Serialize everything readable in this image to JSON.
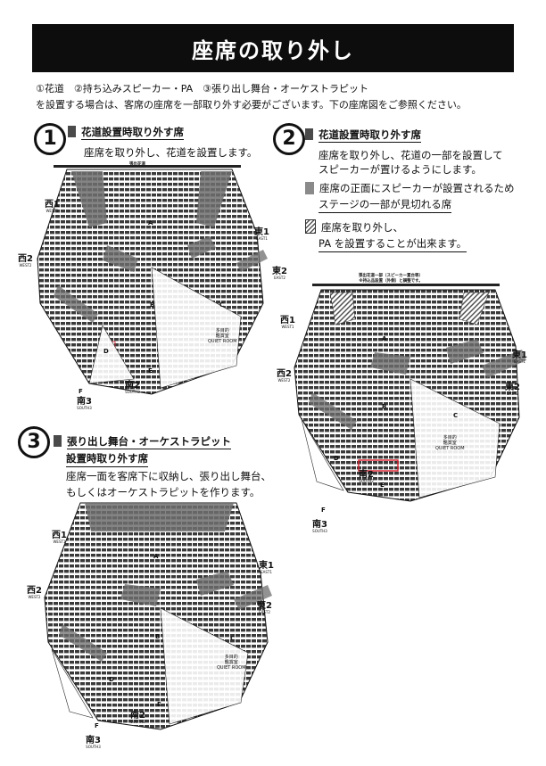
{
  "page": {
    "title": "座席の取り外し",
    "intro_line1": "①花道　②持ち込みスピーカー・PA　③張り出し舞台・オーケストラピット",
    "intro_line2": "を設置する場合は、客席の座席を一部取り外す必要がございます。下の座席図をご参照ください。"
  },
  "section1": {
    "number": "1",
    "heading": "花道設置時取り外す席",
    "text": "座席を取り外し、花道を設置します。",
    "stage_caption": "張出花道"
  },
  "section2": {
    "number": "2",
    "heading": "花道設置時取り外す席",
    "text_line1": "座席を取り外し、花道の一部を設置して",
    "text_line2": "スピーカーが置けるようにします。",
    "legend_grey_line1": "座席の正面にスピーカーが設置されるため",
    "legend_grey_line2": "ステージの一部が見切れる席",
    "legend_stripe_line1": "座席を取り外し、",
    "legend_stripe_line2": "PA を設置することが出来ます。",
    "stage_caption_line1": "張出花道一部（スピーカー置台等）",
    "stage_caption_line2": "※持込品設置（外側）と調整です。"
  },
  "section3": {
    "number": "3",
    "heading": "張り出し舞台・オーケストラピット",
    "subheading": "設置時取り外す席",
    "text_line1": "座席一面を客席下に収納し、張り出し舞台、",
    "text_line2": "もしくはオーケストラピットを作ります。"
  },
  "plan_labels": {
    "west1": "西1",
    "west1_en": "WEST1",
    "west2": "西2",
    "west2_en": "WEST2",
    "east1": "東1",
    "east1_en": "EAST1",
    "east2": "東2",
    "east2_en": "EAST2",
    "south2": "南2",
    "south2_en": "SOUTH2",
    "south3": "南3",
    "south3_en": "SOUTH3",
    "block_a": "A",
    "block_b": "B",
    "block_c": "C",
    "block_d": "D",
    "block_e": "E",
    "block_f": "F",
    "room_jp1": "多目的",
    "room_jp2": "鑑賞室",
    "room_en": "QUIET ROOM"
  },
  "colors": {
    "banner": "#0d0d0d",
    "removed_seats": "#6e6e6e",
    "seat_rows": "#3a3a3a",
    "highlight_red": "#d81e2c"
  }
}
